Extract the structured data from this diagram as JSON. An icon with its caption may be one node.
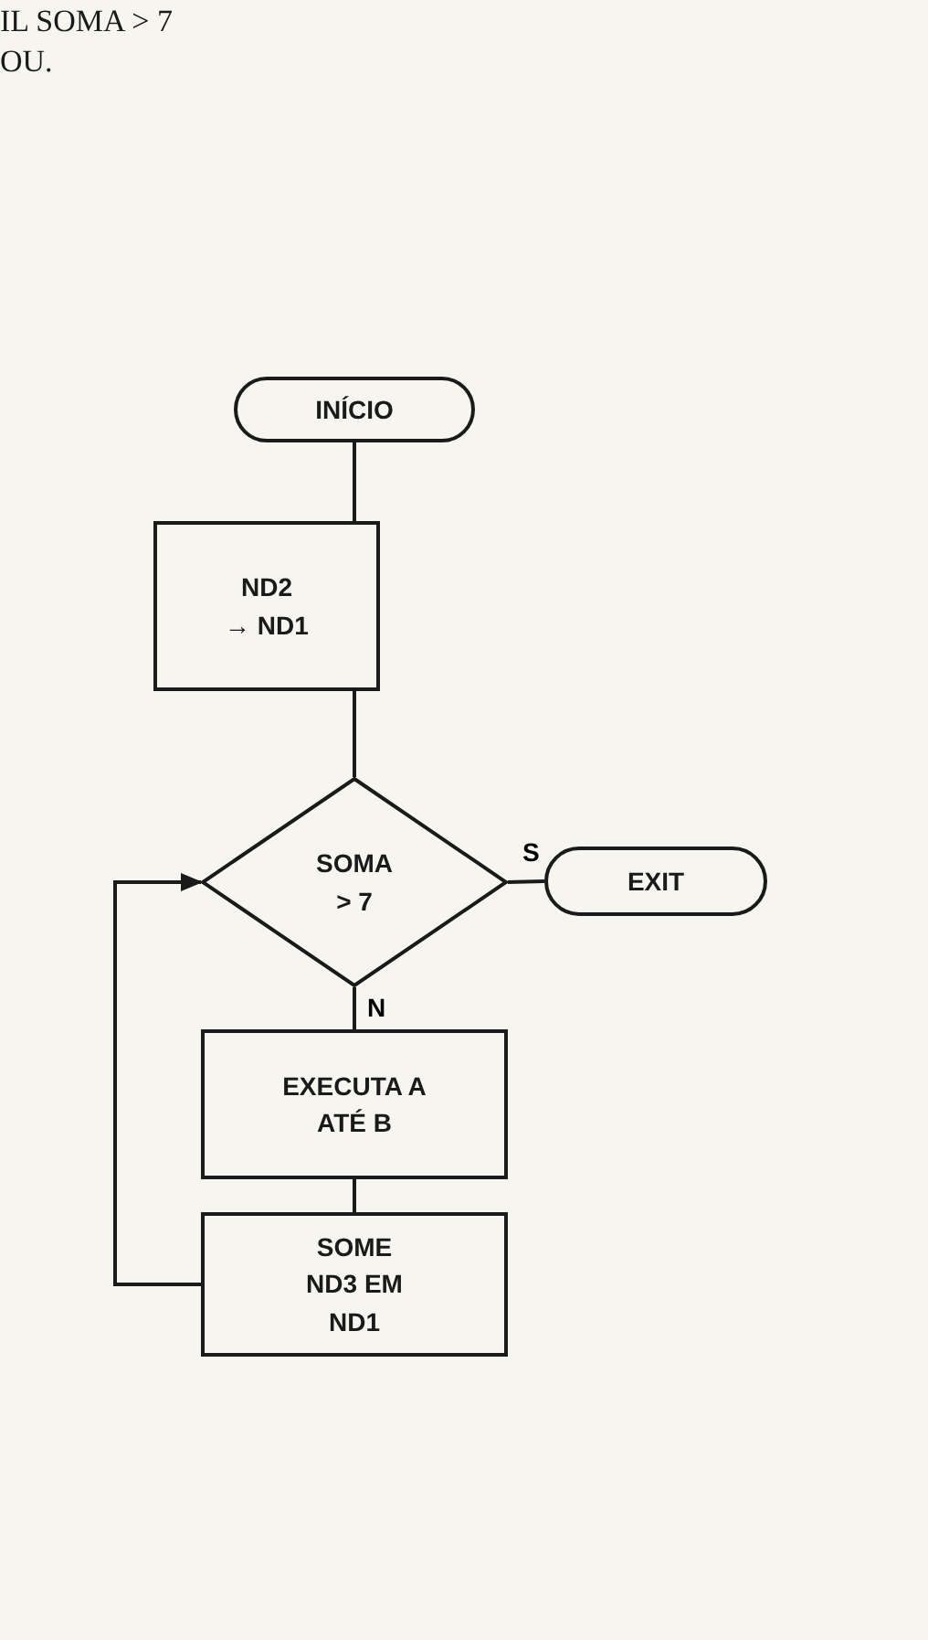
{
  "diagram": {
    "nodes": [
      {
        "text": [
          "INÍCIO"
        ]
      },
      {
        "text": [
          "ND2",
          "→ ND1"
        ]
      },
      {
        "text": [
          "SOMA > 7"
        ]
      },
      {
        "text": [
          "EXIT"
        ]
      },
      {
        "text": [
          "EXECUTA A ATÉ B"
        ]
      },
      {
        "text": [
          "SOME ND3 EM ND1"
        ]
      }
    ],
    "edges": [
      {
        "from": 0,
        "to": 1,
        "arrow": "none"
      },
      {
        "from": 1,
        "to": 2,
        "arrow": "none"
      },
      {
        "from": 2,
        "to": 3,
        "arrow": "none",
        "label": "S"
      },
      {
        "from": 2,
        "to": 4,
        "arrow": "none",
        "label": "N"
      },
      {
        "from": 4,
        "to": 5,
        "arrow": "none"
      },
      {
        "from": 5,
        "to": 2,
        "arrow": "to"
      }
    ],
    "labels": [
      "IL SOMA > 7",
      "OU."
    ]
  }
}
